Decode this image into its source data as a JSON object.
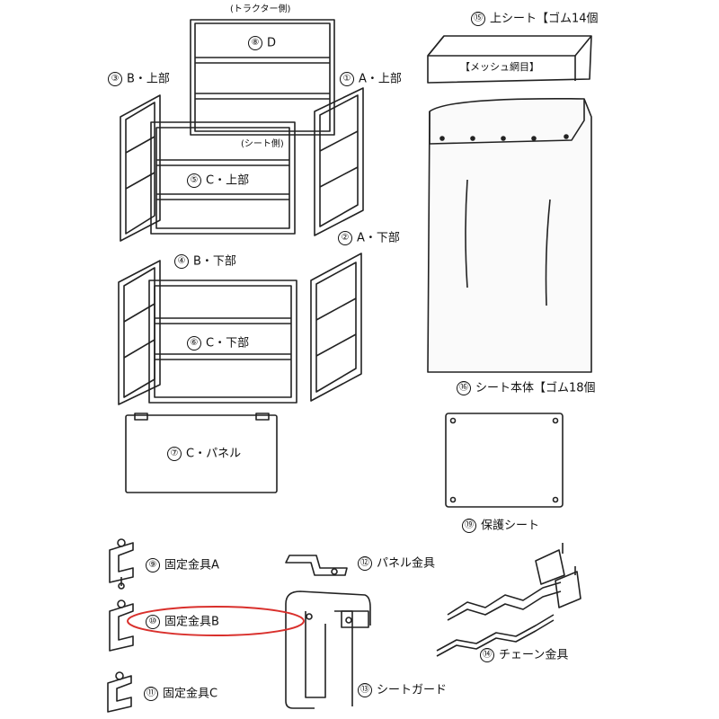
{
  "parts": [
    {
      "no": "⑧",
      "name": "D"
    },
    {
      "no": "③",
      "name": "B・上部"
    },
    {
      "no": "①",
      "name": "A・上部"
    },
    {
      "no": "⑤",
      "name": "C・上部"
    },
    {
      "no": "②",
      "name": "A・下部"
    },
    {
      "no": "④",
      "name": "B・下部"
    },
    {
      "no": "⑥",
      "name": "C・下部"
    },
    {
      "no": "⑦",
      "name": "C・パネル"
    },
    {
      "no": "⑮",
      "name": "上シート【ゴム14個"
    },
    {
      "no": "⑯",
      "name": "シート本体【ゴム18個"
    },
    {
      "no": "⑲",
      "name": "保護シート"
    },
    {
      "no": "⑨",
      "name": "固定金具A"
    },
    {
      "no": "⑫",
      "name": "パネル金具"
    },
    {
      "no": "⑩",
      "name": "固定金具B"
    },
    {
      "no": "⑭",
      "name": "チェーン金具"
    },
    {
      "no": "⑪",
      "name": "固定金具C"
    },
    {
      "no": "⑬",
      "name": "シートガード"
    }
  ],
  "notes": {
    "tractor_side": "(トラクター側)",
    "seat_side": "(シート側)",
    "mesh": "【メッシュ網目】"
  },
  "highlight": {
    "target": "固定金具B",
    "color": "#d9302c"
  },
  "colors": {
    "line": "#222222",
    "sheet": "#fafafa"
  }
}
